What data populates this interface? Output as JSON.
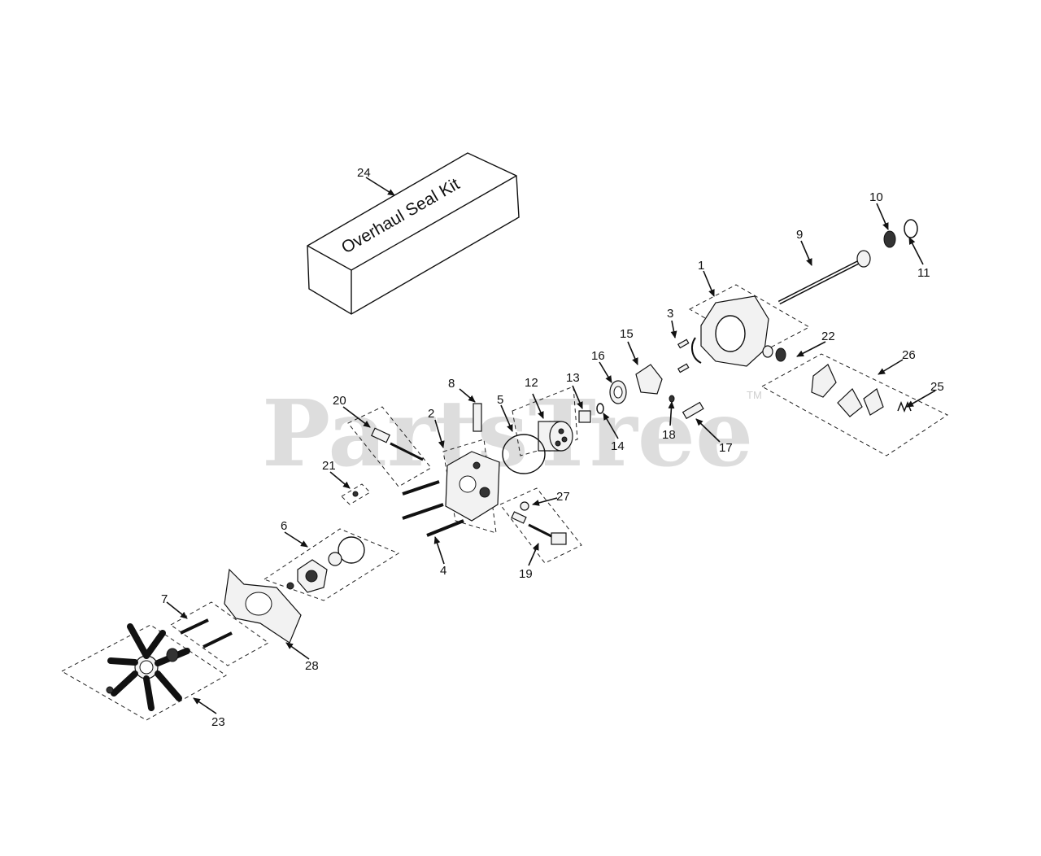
{
  "diagram": {
    "watermark": "PartsTree",
    "watermark_tm": "TM",
    "kit_label": "Overhaul Seal Kit",
    "callouts": [
      "1",
      "2",
      "3",
      "4",
      "5",
      "6",
      "7",
      "8",
      "9",
      "10",
      "11",
      "12",
      "13",
      "14",
      "15",
      "16",
      "17",
      "18",
      "19",
      "20",
      "21",
      "22",
      "23",
      "24",
      "25",
      "26",
      "27",
      "28"
    ]
  }
}
